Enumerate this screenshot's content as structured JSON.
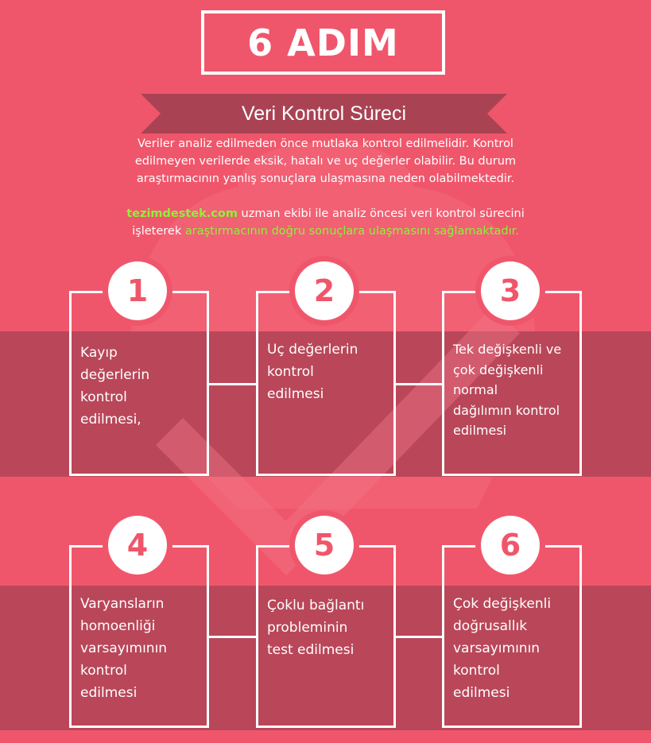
{
  "header": {
    "title": "6 ADIM",
    "subtitle": "Veri Kontrol Süreci"
  },
  "intro": {
    "line1": "Veriler analiz edilmeden önce mutlaka kontrol edilmelidir. Kontrol",
    "line2": "edilmeyen verilerde eksik, hatalı ve uç değerler olabilir. Bu durum",
    "line3": "araştırmacının yanlış sonuçlara ulaşmasına neden olabilmektedir.",
    "brand": "tezimdestek.com",
    "line4_rest": " uzman ekibi ile analiz öncesi veri kontrol sürecini",
    "line5_start": "işleterek ",
    "line5_highlight": "araştırmacının doğru sonuçlara ulaşmasını sağlamaktadır."
  },
  "steps": [
    {
      "number": "1",
      "lines": [
        "Kayıp",
        "değerlerin",
        "kontrol",
        "edilmesi,"
      ]
    },
    {
      "number": "2",
      "lines": [
        "Uç değerlerin",
        "kontrol",
        "edilmesi"
      ]
    },
    {
      "number": "3",
      "lines": [
        "Tek değişkenli ve",
        "çok değişkenli",
        "normal",
        "dağılımın kontrol",
        "edilmesi"
      ]
    },
    {
      "number": "4",
      "lines": [
        "Varyansların",
        "homoenliği",
        "varsayımının",
        "kontrol",
        "edilmesi"
      ]
    },
    {
      "number": "5",
      "lines": [
        "Çoklu bağlantı",
        "probleminin",
        "test edilmesi"
      ]
    },
    {
      "number": "6",
      "lines": [
        "Çok değişkenli",
        "doğrusallık",
        "varsayımının",
        "kontrol",
        "edilmesi"
      ]
    }
  ],
  "colors": {
    "background": "#f0566b",
    "band": "#b94759",
    "ribbon": "#a94354",
    "brand_highlight": "#8cf23a"
  }
}
